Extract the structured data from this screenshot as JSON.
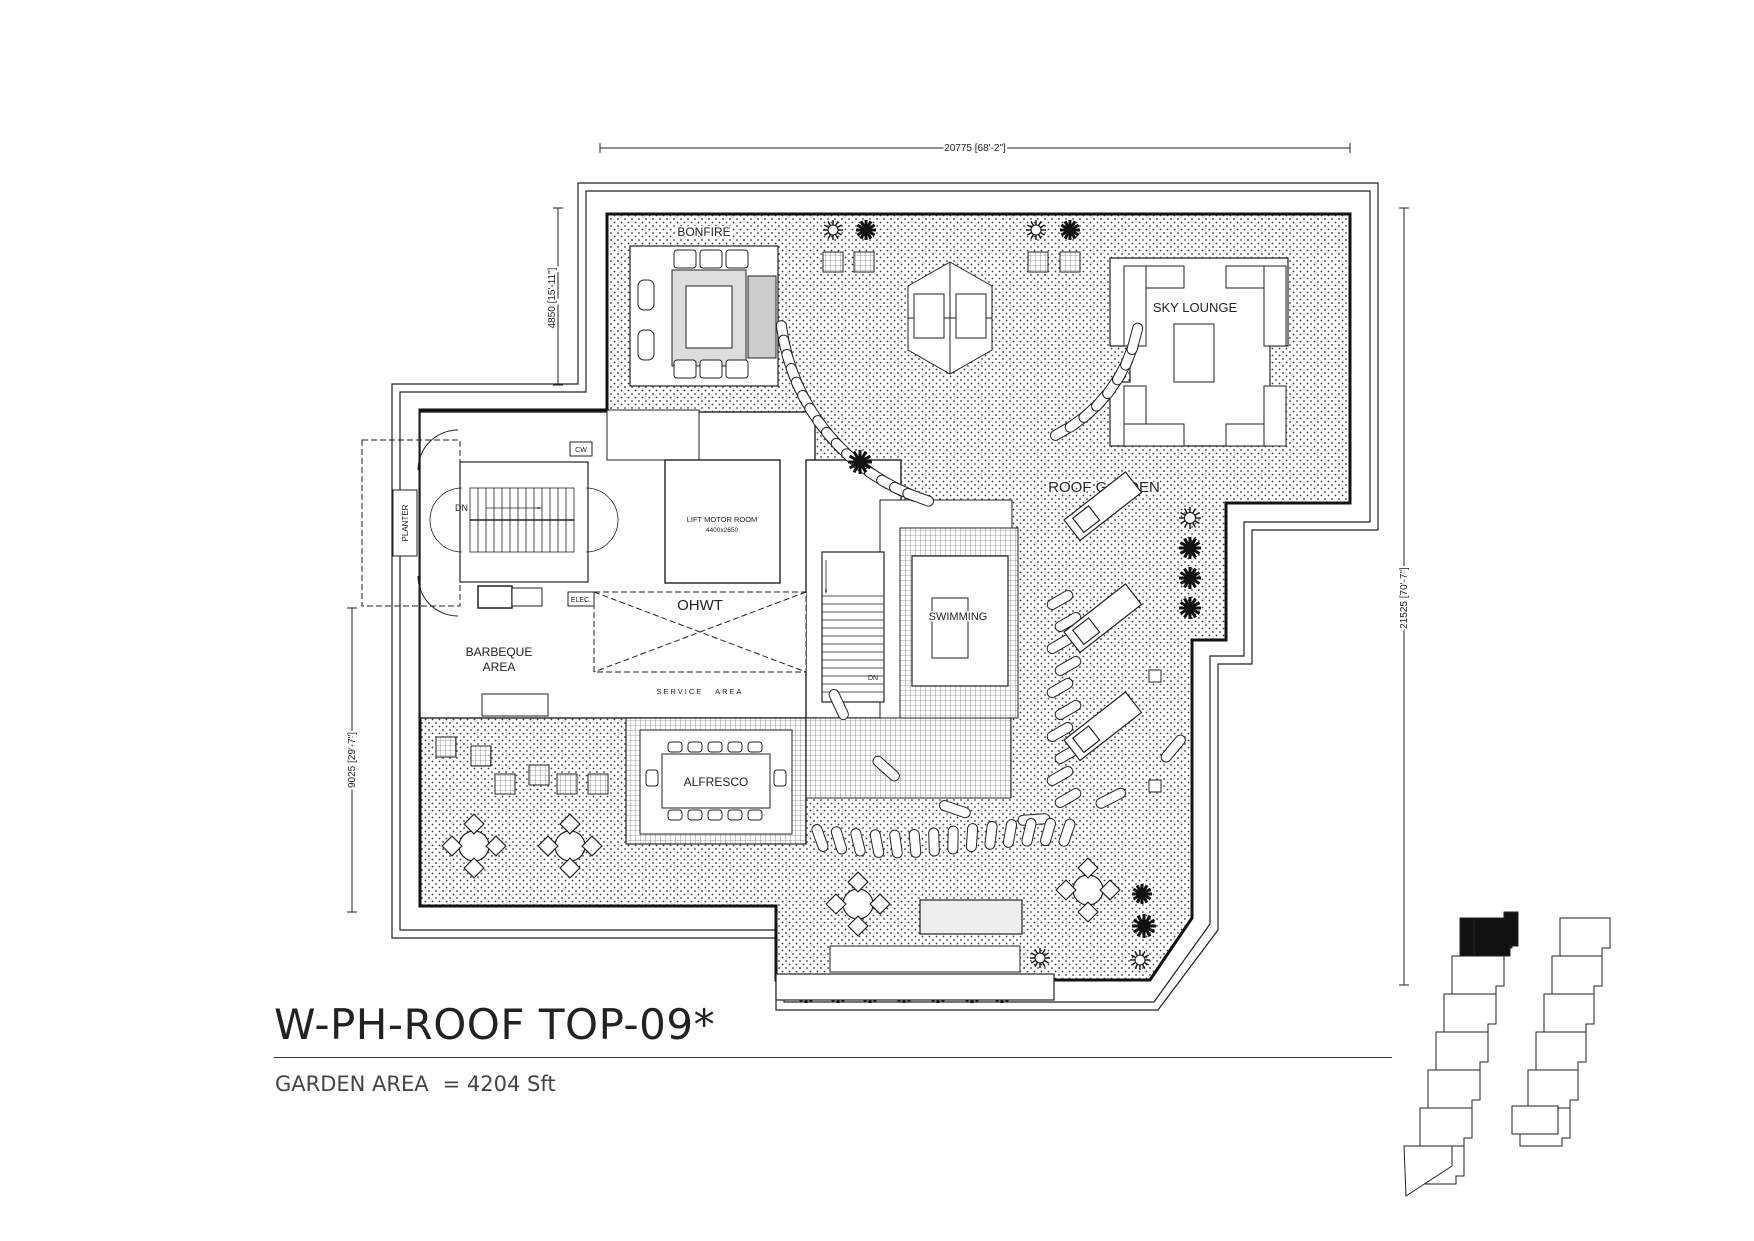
{
  "dimensions": {
    "top": "20775 [68'-2\"]",
    "left_upper": "4850 [15'-11\"]",
    "left_lower": "9025 [29'-7\"]",
    "right": "21525 [70'-7\"]"
  },
  "rooms": {
    "bonfire": "BONFIRE",
    "sky_lounge": "SKY LOUNGE",
    "roof_garden": "ROOF GARDEN",
    "lift_motor_room": "LIFT MOTOR ROOM",
    "lift_motor_room_size": "4400x2650",
    "ohwt": "OHWT",
    "barbeque_area_line1": "BARBEQUE",
    "barbeque_area_line2": "AREA",
    "service_area": "SERVICE   AREA",
    "alfresco": "ALFRESCO",
    "swimming": "SWIMMING",
    "planter": "PLANTER",
    "cw": "CW",
    "elec": "ELEC.",
    "dn_stair1": "DN",
    "dn_stair2": "DN"
  },
  "title": "W-PH-ROOF TOP-09*",
  "garden_area_label": "GARDEN AREA",
  "garden_area_value": "= 4204 Sft",
  "colors": {
    "line": "#222222",
    "hatch": "#3a3a3a",
    "key_plan_highlight": "#111111"
  }
}
